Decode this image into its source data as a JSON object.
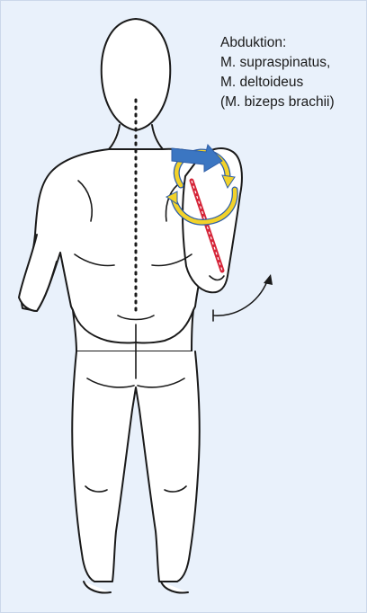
{
  "annotation": {
    "line1": "Abduktion:",
    "line2": "M. supraspinatus,",
    "line3": "M. deltoideus",
    "line4": "(M. bizeps brachii)"
  },
  "colors": {
    "background": "#e9f1fb",
    "outline": "#1a1a1a",
    "shoulder_arrow": "#3b76c2",
    "rotation_arrows": "#f2d22a",
    "rotation_arrow_edge": "#2f5fa8",
    "muscle_line": "#d6263a"
  },
  "icons": {
    "shoulder_arrow": "arrow-right-icon",
    "rotation_arrows": "circular-arrow-icon",
    "abduction_arrow": "curved-arrow-icon"
  }
}
